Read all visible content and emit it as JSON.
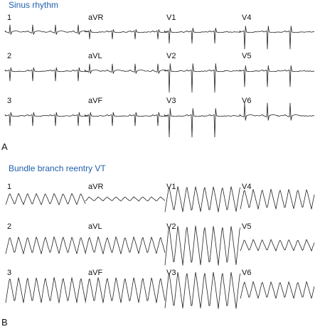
{
  "panels": [
    {
      "letter": "A",
      "title": "Sinus rhythm",
      "rows": [
        [
          "1",
          "aVR",
          "V1",
          "V4"
        ],
        [
          "2",
          "aVL",
          "V2",
          "V5"
        ],
        [
          "3",
          "aVF",
          "V3",
          "V6"
        ]
      ]
    },
    {
      "letter": "B",
      "title": "Bundle branch reentry VT",
      "rows": [
        [
          "1",
          "aVR",
          "V1",
          "V4"
        ],
        [
          "2",
          "aVL",
          "V2",
          "V5"
        ],
        [
          "3",
          "aVF",
          "V3",
          "V6"
        ]
      ]
    }
  ],
  "colors": {
    "title": "#1f5fae",
    "trace": "#222222"
  }
}
